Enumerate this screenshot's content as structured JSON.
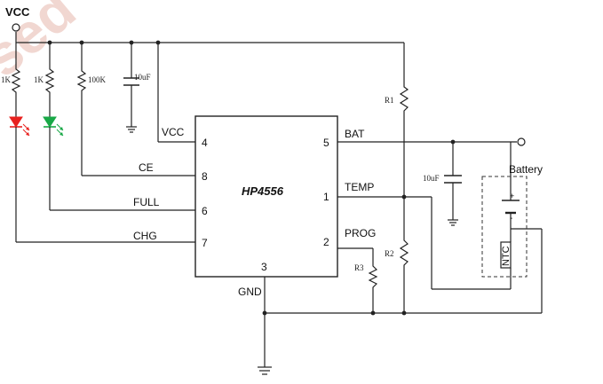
{
  "watermark": "sed",
  "supply": {
    "vcc_label": "VCC"
  },
  "chip": {
    "name": "HP4556",
    "pins": {
      "vcc": {
        "name": "VCC",
        "number": "4"
      },
      "ce": {
        "name": "CE",
        "number": "8"
      },
      "full": {
        "name": "FULL",
        "number": "6"
      },
      "chg": {
        "name": "CHG",
        "number": "7"
      },
      "bat": {
        "name": "BAT",
        "number": "5"
      },
      "temp": {
        "name": "TEMP",
        "number": "1"
      },
      "prog": {
        "name": "PROG",
        "number": "2"
      },
      "gnd": {
        "name": "GND",
        "number": "3"
      }
    }
  },
  "components": {
    "r_led_red": "1K",
    "r_led_green": "1K",
    "r_ce": "100K",
    "c_vcc": "10uF",
    "r1": "R1",
    "r2": "R2",
    "r3": "R3",
    "c_bat": "10uF",
    "battery": "Battery",
    "ntc": "NTC",
    "battery_plus": "+",
    "battery_minus": "-"
  },
  "colors": {
    "led_red": "#e8211f",
    "led_green": "#19a847",
    "wire": "#222222"
  }
}
